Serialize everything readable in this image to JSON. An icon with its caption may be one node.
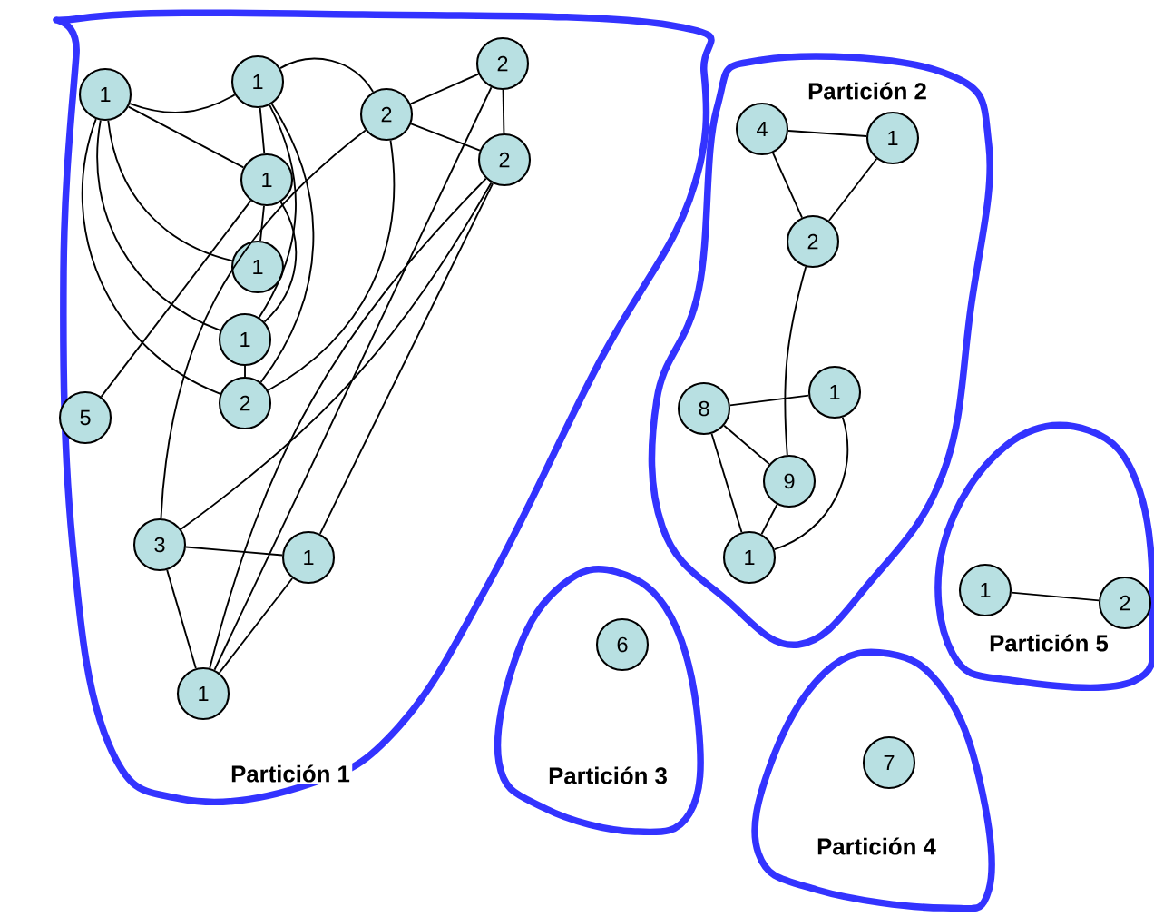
{
  "diagram": {
    "nodes": [
      {
        "text": [
          "Partición 1"
        ]
      },
      {
        "text": [
          "Partición 2"
        ]
      },
      {
        "text": [
          "Partición 3"
        ]
      },
      {
        "text": [
          "Partición 4"
        ]
      },
      {
        "text": [
          "Partición 5"
        ]
      },
      {
        "text": [
          "1"
        ],
        "in": 0
      },
      {
        "text": [
          "1"
        ],
        "in": 0
      },
      {
        "text": [
          "1"
        ],
        "in": 0
      },
      {
        "text": [
          "1"
        ],
        "in": 0
      },
      {
        "text": [
          "1"
        ],
        "in": 0
      },
      {
        "text": [
          "2"
        ],
        "in": 0
      },
      {
        "text": [
          "5"
        ],
        "in": 0
      },
      {
        "text": [
          "2"
        ],
        "in": 0
      },
      {
        "text": [
          "2"
        ],
        "in": 0
      },
      {
        "text": [
          "2"
        ],
        "in": 0
      },
      {
        "text": [
          "3"
        ],
        "in": 0
      },
      {
        "text": [
          "1"
        ],
        "in": 0
      },
      {
        "text": [
          "1"
        ],
        "in": 0
      },
      {
        "text": [
          "4"
        ],
        "in": 1
      },
      {
        "text": [
          "1"
        ],
        "in": 1
      },
      {
        "text": [
          "2"
        ],
        "in": 1
      },
      {
        "text": [
          "8"
        ],
        "in": 1
      },
      {
        "text": [
          "1"
        ],
        "in": 1
      },
      {
        "text": [
          "9"
        ],
        "in": 1
      },
      {
        "text": [
          "1"
        ],
        "in": 1
      },
      {
        "text": [
          "6"
        ],
        "in": 2
      },
      {
        "text": [
          "7"
        ],
        "in": 3
      },
      {
        "text": [
          "1"
        ],
        "in": 4
      },
      {
        "text": [
          "2"
        ],
        "in": 4
      }
    ],
    "edges": [
      {
        "from": 5,
        "to": 6,
        "arrow": "none"
      },
      {
        "from": 5,
        "to": 7,
        "arrow": "none"
      },
      {
        "from": 5,
        "to": 8,
        "arrow": "none"
      },
      {
        "from": 5,
        "to": 9,
        "arrow": "none"
      },
      {
        "from": 5,
        "to": 10,
        "arrow": "none"
      },
      {
        "from": 6,
        "to": 7,
        "arrow": "none"
      },
      {
        "from": 7,
        "to": 8,
        "arrow": "none"
      },
      {
        "from": 7,
        "to": 11,
        "arrow": "none"
      },
      {
        "from": 9,
        "to": 10,
        "arrow": "none"
      },
      {
        "from": 7,
        "to": 9,
        "arrow": "none"
      },
      {
        "from": 6,
        "to": 9,
        "arrow": "none"
      },
      {
        "from": 6,
        "to": 10,
        "arrow": "none"
      },
      {
        "from": 6,
        "to": 12,
        "arrow": "none"
      },
      {
        "from": 12,
        "to": 10,
        "arrow": "none"
      },
      {
        "from": 12,
        "to": 13,
        "arrow": "none"
      },
      {
        "from": 12,
        "to": 14,
        "arrow": "none"
      },
      {
        "from": 13,
        "to": 14,
        "arrow": "none"
      },
      {
        "from": 12,
        "to": 15,
        "arrow": "none"
      },
      {
        "from": 14,
        "to": 15,
        "arrow": "none"
      },
      {
        "from": 14,
        "to": 16,
        "arrow": "none"
      },
      {
        "from": 14,
        "to": 17,
        "arrow": "none"
      },
      {
        "from": 13,
        "to": 17,
        "arrow": "none"
      },
      {
        "from": 15,
        "to": 16,
        "arrow": "none"
      },
      {
        "from": 15,
        "to": 17,
        "arrow": "none"
      },
      {
        "from": 16,
        "to": 17,
        "arrow": "none"
      },
      {
        "from": 18,
        "to": 19,
        "arrow": "none"
      },
      {
        "from": 18,
        "to": 20,
        "arrow": "none"
      },
      {
        "from": 19,
        "to": 20,
        "arrow": "none"
      },
      {
        "from": 20,
        "to": 23,
        "arrow": "none"
      },
      {
        "from": 21,
        "to": 22,
        "arrow": "none"
      },
      {
        "from": 21,
        "to": 23,
        "arrow": "none"
      },
      {
        "from": 21,
        "to": 24,
        "arrow": "none"
      },
      {
        "from": 23,
        "to": 24,
        "arrow": "none"
      },
      {
        "from": 22,
        "to": 24,
        "arrow": "none"
      },
      {
        "from": 27,
        "to": 28,
        "arrow": "none"
      }
    ]
  }
}
